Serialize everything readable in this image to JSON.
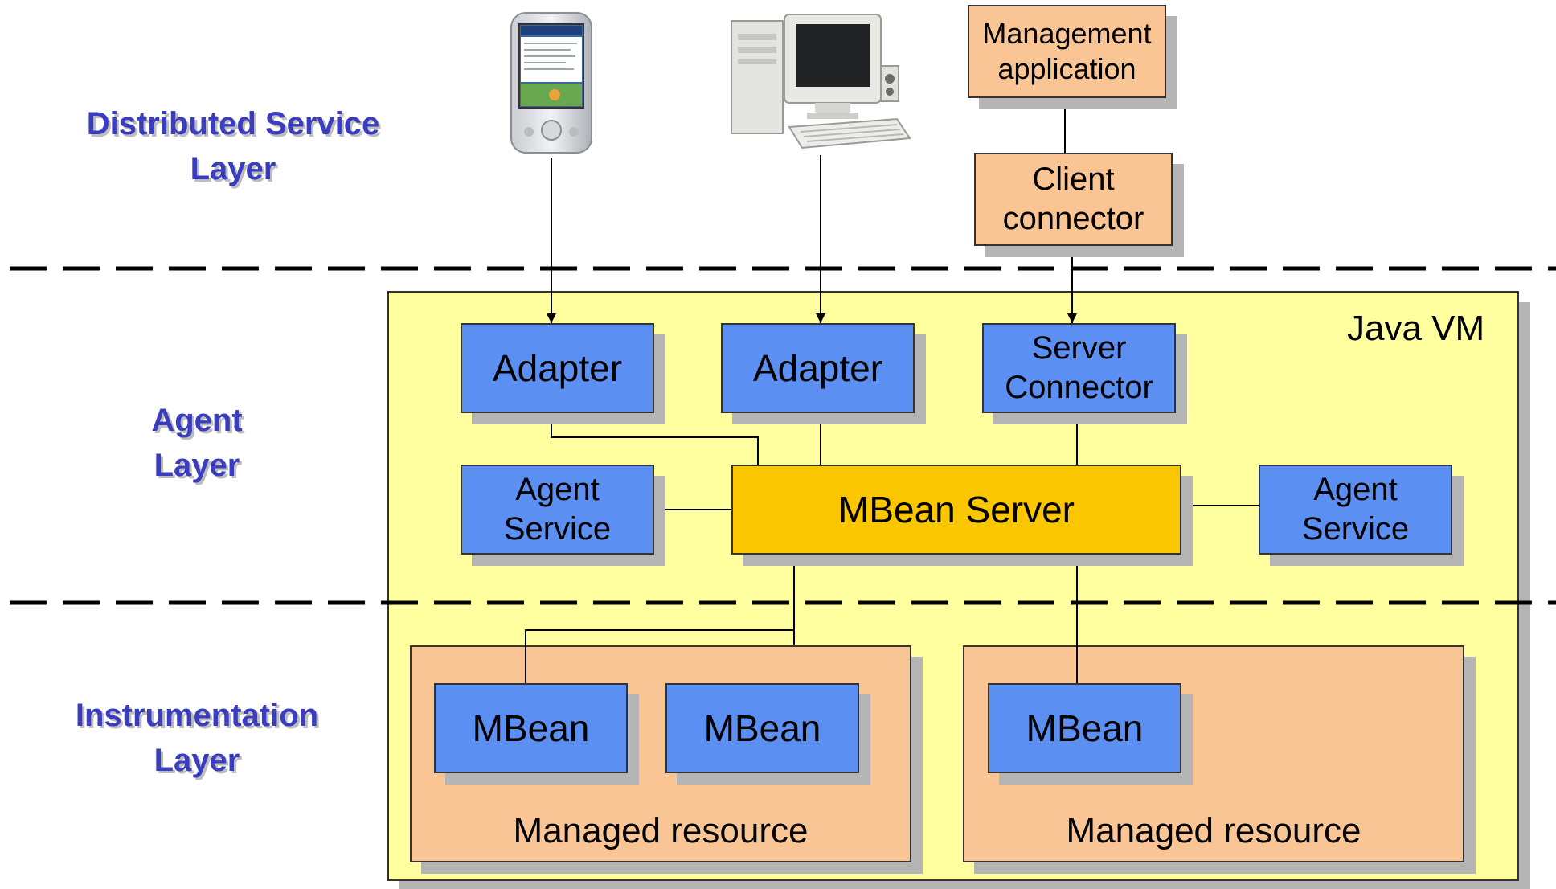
{
  "layers": {
    "distributed": [
      "Distributed Service",
      "Layer"
    ],
    "agent": [
      "Agent",
      "Layer"
    ],
    "instrumentation": [
      "Instrumentation",
      "Layer"
    ]
  },
  "distributed": {
    "management_app": [
      "Management",
      "application"
    ],
    "client_connector": [
      "Client",
      "connector"
    ]
  },
  "agent": {
    "jvm_label": "Java VM",
    "adapter1": "Adapter",
    "adapter2": "Adapter",
    "server_connector": [
      "Server",
      "Connector"
    ],
    "agent_service_left": [
      "Agent",
      "Service"
    ],
    "mbean_server": "MBean Server",
    "agent_service_right": [
      "Agent",
      "Service"
    ]
  },
  "instrumentation": {
    "resource_left": {
      "label": "Managed resource",
      "mbeans": [
        "MBean",
        "MBean"
      ]
    },
    "resource_right": {
      "label": "Managed resource",
      "mbeans": [
        "MBean"
      ]
    }
  },
  "devices": [
    "pda-icon",
    "desktop-computer-icon"
  ],
  "colors": {
    "blue_box": "#5b8ff2",
    "peach_box": "#f9c594",
    "gold_box": "#f9c600",
    "jvm_background": "#ffffa0",
    "layer_text": "#3a3dbe"
  }
}
